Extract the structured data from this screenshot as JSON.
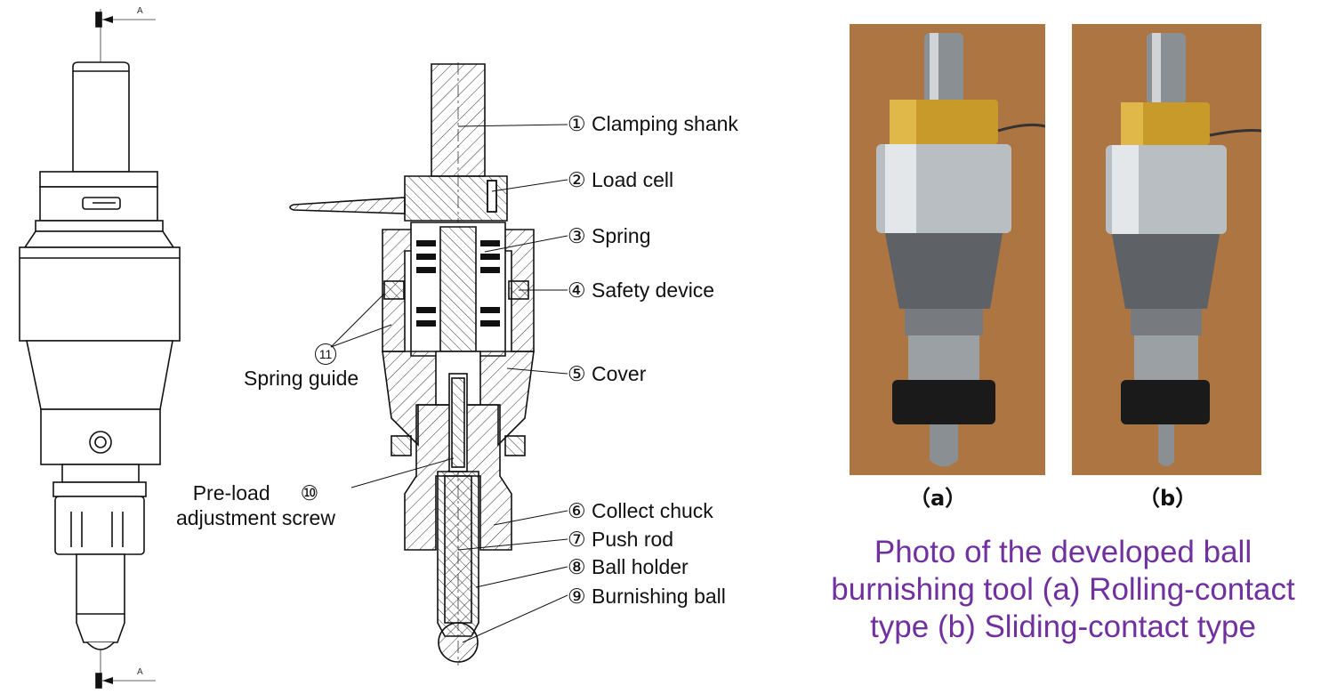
{
  "section_marks": {
    "top": "A",
    "bottom": "A"
  },
  "parts": [
    {
      "num": "①",
      "label": "Clamping shank"
    },
    {
      "num": "②",
      "label": "Load cell"
    },
    {
      "num": "③",
      "label": "Spring"
    },
    {
      "num": "④",
      "label": "Safety device"
    },
    {
      "num": "⑤",
      "label": "Cover"
    },
    {
      "num": "⑥",
      "label": "Collect chuck"
    },
    {
      "num": "⑦",
      "label": "Push rod"
    },
    {
      "num": "⑧",
      "label": "Ball holder"
    },
    {
      "num": "⑨",
      "label": "Burnishing ball"
    },
    {
      "num": "⑩",
      "label_line1": "Pre-load",
      "label_line2": "adjustment screw"
    },
    {
      "num": "11",
      "label": "Spring guide"
    }
  ],
  "photos": {
    "a_label": "（a）",
    "b_label": "（b）"
  },
  "caption": {
    "text": "Photo of the developed ball burnishing tool (a) Rolling-contact type (b) Sliding-contact type",
    "line1": "Photo of the developed ball",
    "line2": "burnishing tool (a) Rolling-contact",
    "line3": "type (b) Sliding-contact type",
    "color": "#7030a0"
  },
  "colors": {
    "wood": "#b07a45",
    "brass": "#c79a2a",
    "steel": "#b9bec2",
    "dark_steel": "#5e6266",
    "black": "#1a1a1a"
  }
}
